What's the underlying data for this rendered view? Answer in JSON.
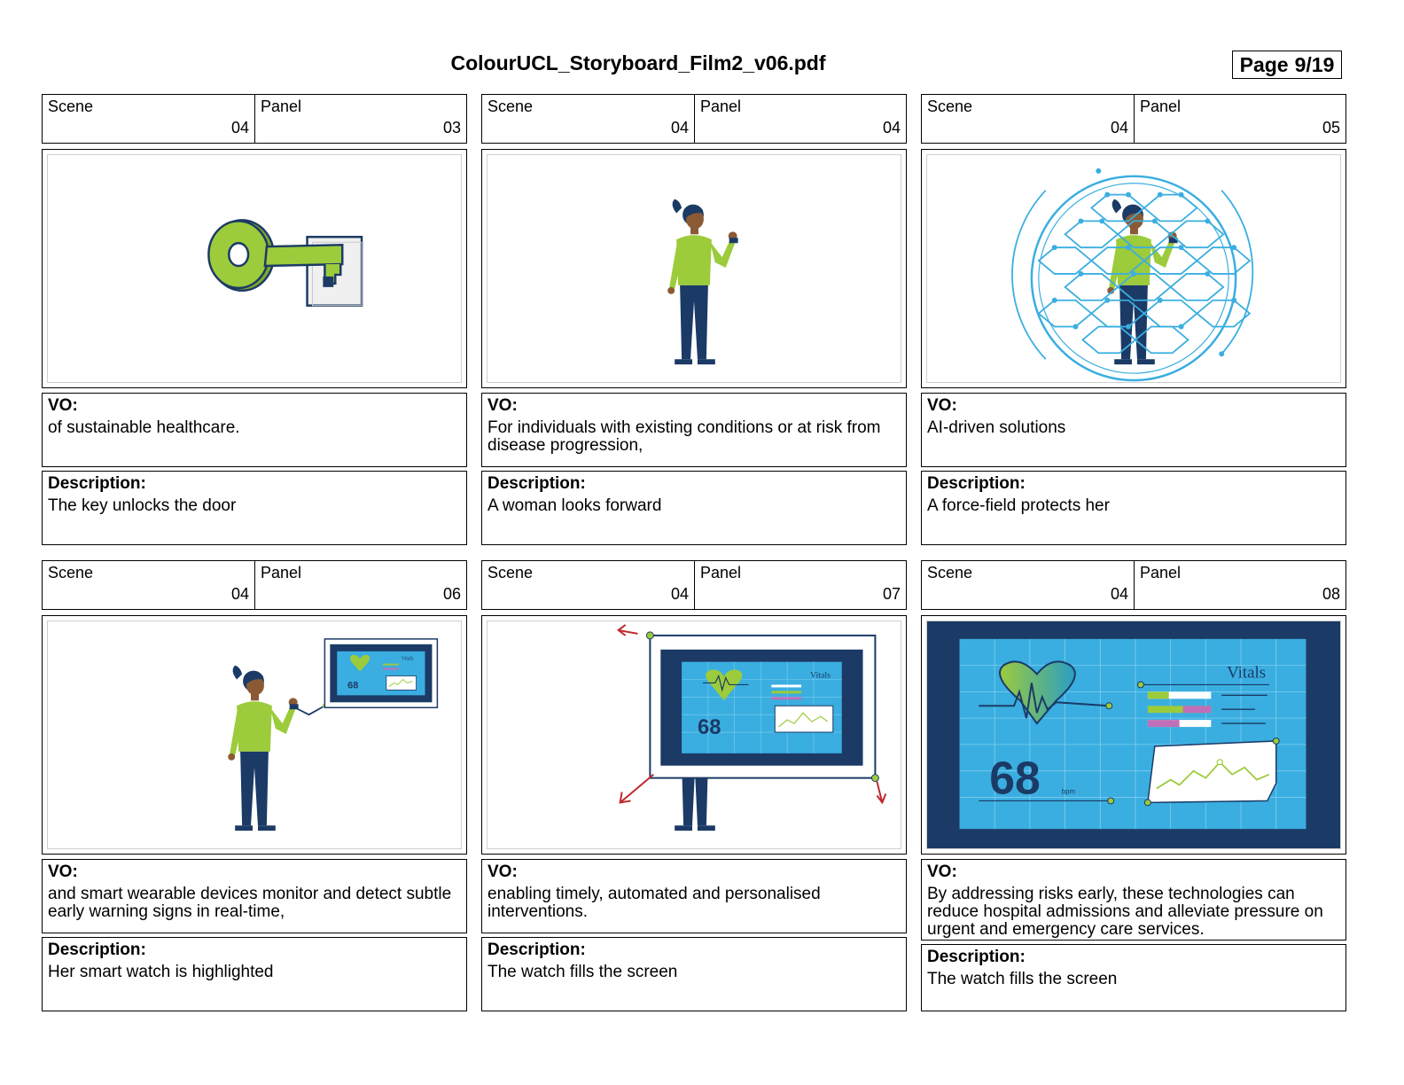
{
  "document": {
    "title": "ColourUCL_Storyboard_Film2_v06.pdf",
    "page_label": "Page",
    "page_number": "9/19"
  },
  "labels": {
    "scene": "Scene",
    "panel": "Panel",
    "vo": "VO:",
    "description": "Description:"
  },
  "panels": [
    {
      "scene": "04",
      "panel": "03",
      "vo": "of sustainable healthcare.",
      "description": "The key unlocks the door",
      "illustration": "key-in-lock"
    },
    {
      "scene": "04",
      "panel": "04",
      "vo": "For individuals with existing conditions or at risk from disease progression,",
      "description": "A woman looks forward",
      "illustration": "woman-standing"
    },
    {
      "scene": "04",
      "panel": "05",
      "vo": "AI-driven solutions",
      "description": "A force-field protects her",
      "illustration": "woman-in-force-field"
    },
    {
      "scene": "04",
      "panel": "06",
      "vo": "and smart wearable devices monitor and detect subtle early warning signs in real-time,",
      "description": "Her smart watch is highlighted",
      "illustration": "woman-with-watch-callout"
    },
    {
      "scene": "04",
      "panel": "07",
      "vo": "enabling timely, automated and personalised interventions.",
      "description": "The watch fills the screen",
      "illustration": "watch-expanding"
    },
    {
      "scene": "04",
      "panel": "08",
      "vo": "By addressing risks early, these technologies can reduce hospital admissions and alleviate pressure on urgent and emergency care services.",
      "description": "The watch fills the screen",
      "illustration": "vitals-dashboard"
    }
  ],
  "vitals_screen": {
    "heading": "Vitals",
    "heart_rate": "68",
    "unit": "bpm"
  },
  "colors": {
    "brand_green": "#9ccb3b",
    "navy": "#1b3a66",
    "cyan": "#3aaee0",
    "arrow_red": "#c0282d"
  }
}
